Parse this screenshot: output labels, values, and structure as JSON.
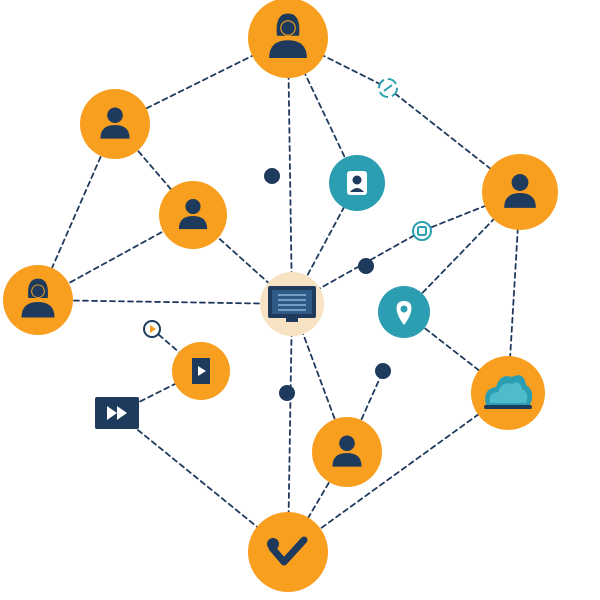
{
  "colors": {
    "orange": "#F99F1F",
    "navy": "#1E3A5C",
    "teal": "#2C9EB2",
    "hub_glow": "#F7E3C4",
    "white": "#FFFFFF",
    "edge": "#1E3A5C"
  },
  "nodes": [
    {
      "id": "top-person",
      "kind": "orange",
      "icon": "person-woman-icon"
    },
    {
      "id": "upper-left-person",
      "kind": "orange",
      "icon": "person-icon"
    },
    {
      "id": "right-person",
      "kind": "orange",
      "icon": "person-icon"
    },
    {
      "id": "center-left-person",
      "kind": "orange",
      "icon": "person-icon"
    },
    {
      "id": "left-woman",
      "kind": "orange",
      "icon": "person-woman-icon"
    },
    {
      "id": "hub-monitor",
      "kind": "hub",
      "icon": "monitor-icon"
    },
    {
      "id": "teal-user",
      "kind": "teal",
      "icon": "user-badge-icon"
    },
    {
      "id": "teal-location",
      "kind": "teal",
      "icon": "location-pin-icon"
    },
    {
      "id": "music-node",
      "kind": "orange",
      "icon": "music-note-icon"
    },
    {
      "id": "cloud-node",
      "kind": "orange",
      "icon": "cloud-icon"
    },
    {
      "id": "bottom-person",
      "kind": "orange",
      "icon": "person-icon"
    },
    {
      "id": "bottom-check",
      "kind": "orange",
      "icon": "checkmark-icon"
    },
    {
      "id": "video-box",
      "kind": "navy-rect",
      "icon": "video-play-icon"
    },
    {
      "id": "small-sync",
      "kind": "small-ring",
      "icon": "sync-icon"
    },
    {
      "id": "small-link",
      "kind": "small-ring",
      "icon": "link-square-icon"
    },
    {
      "id": "small-play",
      "kind": "small-ring",
      "icon": "play-icon"
    },
    {
      "id": "dot-1",
      "kind": "dot",
      "icon": "dot-icon"
    },
    {
      "id": "dot-2",
      "kind": "dot",
      "icon": "dot-icon"
    },
    {
      "id": "dot-3",
      "kind": "dot",
      "icon": "dot-icon"
    },
    {
      "id": "dot-4",
      "kind": "dot",
      "icon": "dot-icon"
    }
  ],
  "edges": [
    [
      "top-person",
      "upper-left-person"
    ],
    [
      "top-person",
      "small-sync"
    ],
    [
      "small-sync",
      "right-person"
    ],
    [
      "top-person",
      "teal-user"
    ],
    [
      "top-person",
      "hub-monitor"
    ],
    [
      "upper-left-person",
      "center-left-person"
    ],
    [
      "upper-left-person",
      "left-woman"
    ],
    [
      "center-left-person",
      "left-woman"
    ],
    [
      "center-left-person",
      "hub-monitor"
    ],
    [
      "left-woman",
      "hub-monitor"
    ],
    [
      "teal-user",
      "hub-monitor"
    ],
    [
      "right-person",
      "small-link"
    ],
    [
      "small-link",
      "hub-monitor"
    ],
    [
      "right-person",
      "teal-location"
    ],
    [
      "right-person",
      "cloud-node"
    ],
    [
      "teal-location",
      "cloud-node"
    ],
    [
      "hub-monitor",
      "bottom-person"
    ],
    [
      "hub-monitor",
      "bottom-check"
    ],
    [
      "small-play",
      "music-node"
    ],
    [
      "music-node",
      "video-box"
    ],
    [
      "video-box",
      "bottom-check"
    ],
    [
      "bottom-person",
      "bottom-check"
    ],
    [
      "bottom-person",
      "dot-4"
    ],
    [
      "cloud-node",
      "bottom-check"
    ]
  ]
}
